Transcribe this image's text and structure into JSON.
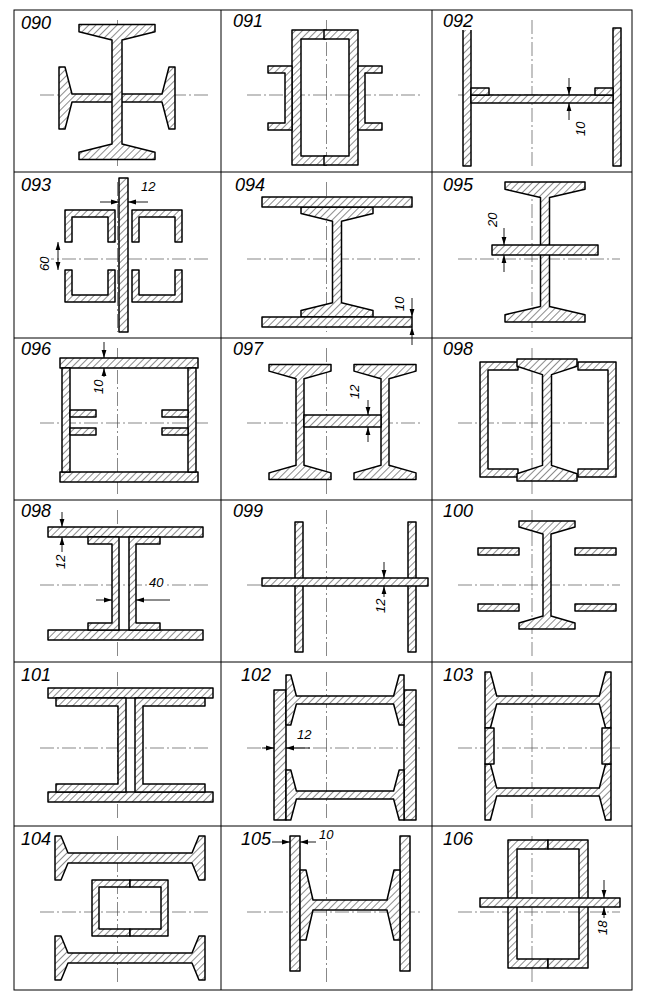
{
  "diagram": {
    "labels": [
      "090",
      "091",
      "092",
      "10",
      "093",
      "12",
      "60",
      "094",
      "10",
      "095",
      "20",
      "096",
      "10",
      "097",
      "12",
      "098",
      "098",
      "12",
      "40",
      "099",
      "12",
      "100",
      "101",
      "102",
      "12",
      "103",
      "104",
      "105",
      "10",
      "106",
      "18"
    ]
  }
}
